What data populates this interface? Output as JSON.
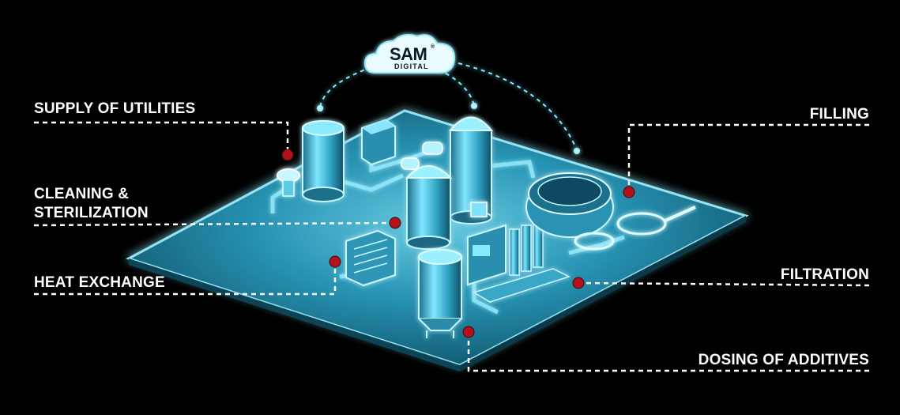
{
  "brand": {
    "name": "SAM",
    "registered": "®",
    "sub": "DIGITAL"
  },
  "labels": {
    "supply_of_utilities": "SUPPLY OF UTILITIES",
    "cleaning_line1": "CLEANING &",
    "cleaning_line2": "STERILIZATION",
    "heat_exchange": "HEAT EXCHANGE",
    "filling": "FILLING",
    "filtration": "FILTRATION",
    "dosing_of_additives": "DOSING OF ADDITIVES"
  },
  "colors": {
    "background": "#000000",
    "platform": "#2f9fbf",
    "glow": "#5fe3ff",
    "marker": "#b3121a",
    "text": "#ffffff"
  }
}
